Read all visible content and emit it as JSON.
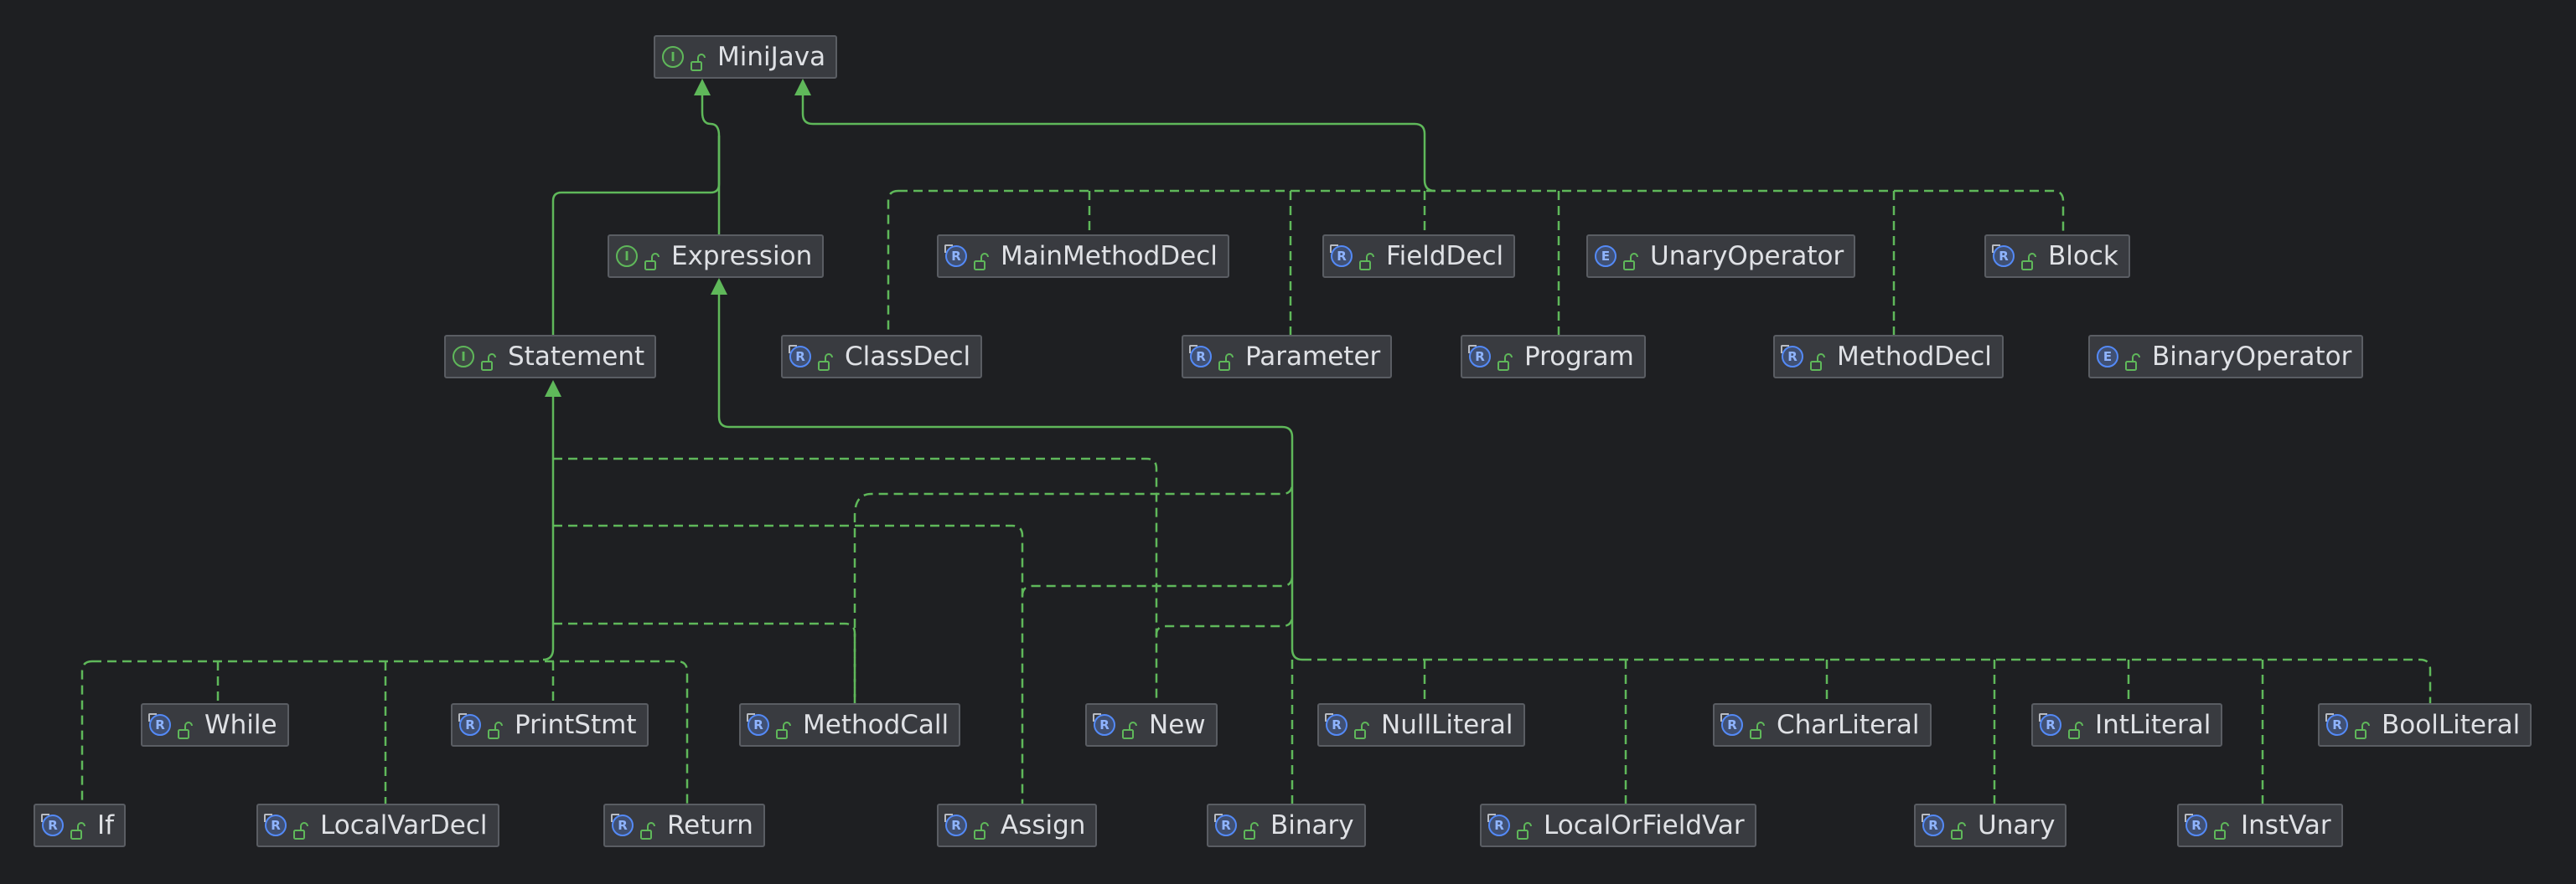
{
  "colors": {
    "background": "#1e1f22",
    "node_fill": "#393b40",
    "node_border": "#5a5d63",
    "text": "#dfe1e5",
    "edge": "#5fb85a",
    "interface_icon": "#5fb85a",
    "record_icon": "#548af7"
  },
  "nodes": {
    "MiniJava": {
      "label": "MiniJava",
      "kind": "I",
      "icon": "interface-icon"
    },
    "Expression": {
      "label": "Expression",
      "kind": "I",
      "icon": "interface-icon"
    },
    "Statement": {
      "label": "Statement",
      "kind": "I",
      "icon": "interface-icon"
    },
    "MainMethodDecl": {
      "label": "MainMethodDecl",
      "kind": "R",
      "icon": "record-icon"
    },
    "FieldDecl": {
      "label": "FieldDecl",
      "kind": "R",
      "icon": "record-icon"
    },
    "UnaryOperator": {
      "label": "UnaryOperator",
      "kind": "E",
      "icon": "enum-icon"
    },
    "Block": {
      "label": "Block",
      "kind": "R",
      "icon": "record-icon"
    },
    "ClassDecl": {
      "label": "ClassDecl",
      "kind": "R",
      "icon": "record-icon"
    },
    "Parameter": {
      "label": "Parameter",
      "kind": "R",
      "icon": "record-icon"
    },
    "Program": {
      "label": "Program",
      "kind": "R",
      "icon": "record-icon"
    },
    "MethodDecl": {
      "label": "MethodDecl",
      "kind": "R",
      "icon": "record-icon"
    },
    "BinaryOperator": {
      "label": "BinaryOperator",
      "kind": "E",
      "icon": "enum-icon"
    },
    "While": {
      "label": "While",
      "kind": "R",
      "icon": "record-icon"
    },
    "PrintStmt": {
      "label": "PrintStmt",
      "kind": "R",
      "icon": "record-icon"
    },
    "MethodCall": {
      "label": "MethodCall",
      "kind": "R",
      "icon": "record-icon"
    },
    "New": {
      "label": "New",
      "kind": "R",
      "icon": "record-icon"
    },
    "NullLiteral": {
      "label": "NullLiteral",
      "kind": "R",
      "icon": "record-icon"
    },
    "CharLiteral": {
      "label": "CharLiteral",
      "kind": "R",
      "icon": "record-icon"
    },
    "IntLiteral": {
      "label": "IntLiteral",
      "kind": "R",
      "icon": "record-icon"
    },
    "BoolLiteral": {
      "label": "BoolLiteral",
      "kind": "R",
      "icon": "record-icon"
    },
    "If": {
      "label": "If",
      "kind": "R",
      "icon": "record-icon"
    },
    "LocalVarDecl": {
      "label": "LocalVarDecl",
      "kind": "R",
      "icon": "record-icon"
    },
    "Return": {
      "label": "Return",
      "kind": "R",
      "icon": "record-icon"
    },
    "Assign": {
      "label": "Assign",
      "kind": "R",
      "icon": "record-icon"
    },
    "Binary": {
      "label": "Binary",
      "kind": "R",
      "icon": "record-icon"
    },
    "LocalOrFieldVar": {
      "label": "LocalOrFieldVar",
      "kind": "R",
      "icon": "record-icon"
    },
    "Unary": {
      "label": "Unary",
      "kind": "R",
      "icon": "record-icon"
    },
    "InstVar": {
      "label": "InstVar",
      "kind": "R",
      "icon": "record-icon"
    }
  },
  "edges": [
    {
      "from": "Expression",
      "to": "MiniJava",
      "relation": "extends"
    },
    {
      "from": "Statement",
      "to": "MiniJava",
      "relation": "extends"
    },
    {
      "from": "ClassDecl",
      "to": "MiniJava",
      "relation": "implements"
    },
    {
      "from": "MainMethodDecl",
      "to": "MiniJava",
      "relation": "implements"
    },
    {
      "from": "Parameter",
      "to": "MiniJava",
      "relation": "implements"
    },
    {
      "from": "FieldDecl",
      "to": "MiniJava",
      "relation": "implements"
    },
    {
      "from": "Program",
      "to": "MiniJava",
      "relation": "implements"
    },
    {
      "from": "MethodDecl",
      "to": "MiniJava",
      "relation": "implements"
    },
    {
      "from": "Block",
      "to": "MiniJava",
      "relation": "implements"
    },
    {
      "from": "If",
      "to": "Statement",
      "relation": "implements"
    },
    {
      "from": "While",
      "to": "Statement",
      "relation": "implements"
    },
    {
      "from": "LocalVarDecl",
      "to": "Statement",
      "relation": "implements"
    },
    {
      "from": "PrintStmt",
      "to": "Statement",
      "relation": "implements"
    },
    {
      "from": "Return",
      "to": "Statement",
      "relation": "implements"
    },
    {
      "from": "MethodCall",
      "to": "Statement",
      "relation": "implements"
    },
    {
      "from": "New",
      "to": "Statement",
      "relation": "implements"
    },
    {
      "from": "Assign",
      "to": "Statement",
      "relation": "implements"
    },
    {
      "from": "MethodCall",
      "to": "Expression",
      "relation": "implements"
    },
    {
      "from": "New",
      "to": "Expression",
      "relation": "implements"
    },
    {
      "from": "Assign",
      "to": "Expression",
      "relation": "implements"
    },
    {
      "from": "Binary",
      "to": "Expression",
      "relation": "implements"
    },
    {
      "from": "NullLiteral",
      "to": "Expression",
      "relation": "implements"
    },
    {
      "from": "LocalOrFieldVar",
      "to": "Expression",
      "relation": "implements"
    },
    {
      "from": "CharLiteral",
      "to": "Expression",
      "relation": "implements"
    },
    {
      "from": "Unary",
      "to": "Expression",
      "relation": "implements"
    },
    {
      "from": "IntLiteral",
      "to": "Expression",
      "relation": "implements"
    },
    {
      "from": "InstVar",
      "to": "Expression",
      "relation": "implements"
    },
    {
      "from": "BoolLiteral",
      "to": "Expression",
      "relation": "implements"
    }
  ]
}
